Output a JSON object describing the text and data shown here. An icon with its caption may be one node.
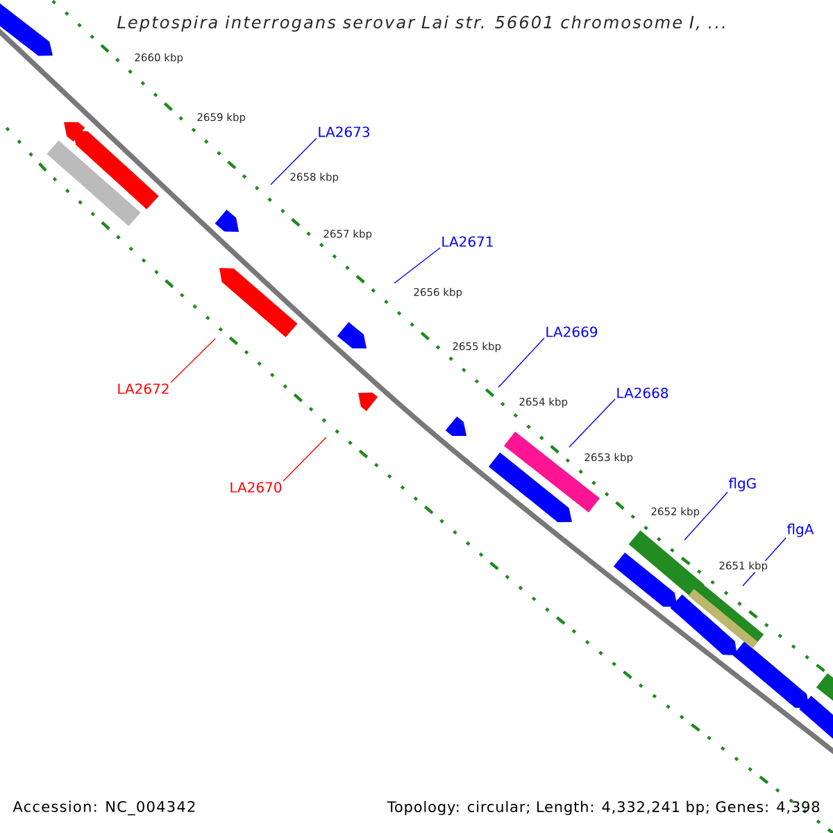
{
  "diagram": {
    "title": "Leptospira interrogans serovar Lai str. 56601 chromosome I, ...",
    "nodes": [
      {
        "text": [
          "LA2673"
        ]
      },
      {
        "text": [
          "LA2671"
        ]
      },
      {
        "text": [
          "LA2669"
        ]
      },
      {
        "text": [
          "LA2672"
        ]
      },
      {
        "text": [
          "LA2668"
        ]
      },
      {
        "text": [
          "flgG"
        ]
      },
      {
        "text": [
          "LA2670"
        ]
      },
      {
        "text": [
          "flgA"
        ]
      }
    ],
    "edges": [
      {
        "from": 0,
        "to": null,
        "arrow": "none"
      },
      {
        "from": 1,
        "to": null,
        "arrow": "none"
      },
      {
        "from": 2,
        "to": null,
        "arrow": "none"
      },
      {
        "from": 3,
        "to": null,
        "arrow": "none",
        "color": "#ff0000"
      },
      {
        "from": 4,
        "to": null,
        "arrow": "none"
      },
      {
        "from": 5,
        "to": null,
        "arrow": "none"
      },
      {
        "from": 6,
        "to": null,
        "arrow": "none",
        "color": "#ff0000"
      },
      {
        "from": 7,
        "to": null,
        "arrow": "none"
      }
    ],
    "labels": [
      "2660 kbp",
      "2659 kbp",
      "2658 kbp",
      "2657 kbp",
      "2656 kbp",
      "2655 kbp",
      "2654 kbp",
      "2653 kbp",
      "2652 kbp",
      "2651 kbp",
      "Accession: NC_004342",
      "Topology: circular; Length: 4,332,241 bp; Genes: 4,398"
    ]
  }
}
